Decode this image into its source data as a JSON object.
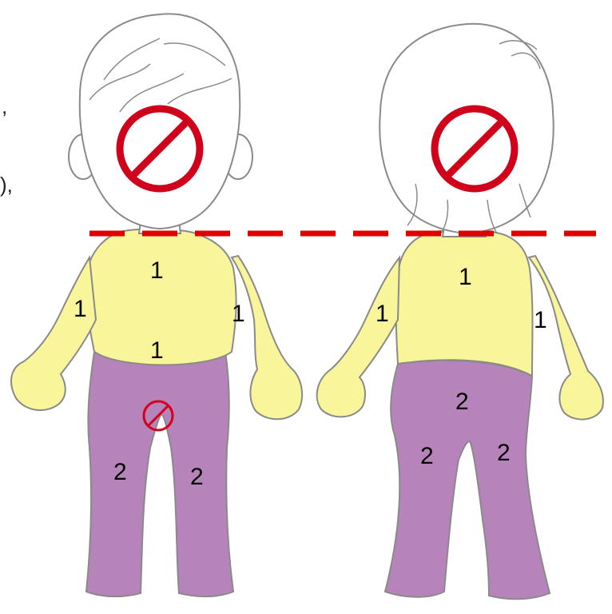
{
  "colors": {
    "upper_region": "#f8f59a",
    "lower_region": "#b783bb",
    "outline": "#8a8a8a",
    "hair": "#ffffff",
    "prohibited": "#d0021b",
    "divider": "#e00000"
  },
  "icons": {
    "prohibited": "no-entry-circle-slash",
    "divider": "dashed-line"
  },
  "margin_marks": [
    ",",
    "),"
  ],
  "front_figure": {
    "region_labels": {
      "chest": "1",
      "abdomen": "1",
      "left_arm": "1",
      "right_arm": "1",
      "left_leg": "2",
      "right_leg": "2"
    }
  },
  "back_figure": {
    "region_labels": {
      "upper_back": "1",
      "left_arm": "1",
      "right_arm": "1",
      "buttocks": "2",
      "left_leg": "2",
      "right_leg": "2"
    }
  }
}
